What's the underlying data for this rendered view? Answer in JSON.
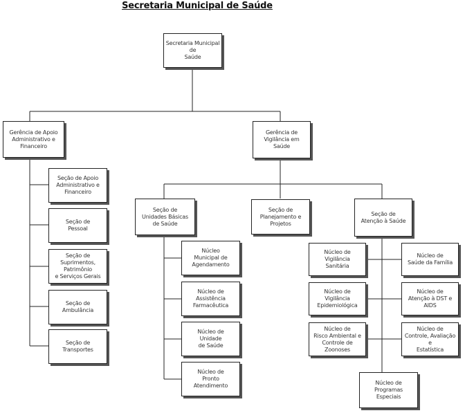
{
  "title": "Secretaria Municipal de Saúde",
  "nodes": {
    "secretaria": "Secretaria Municipal\nde\nSaúde",
    "gerencia_apoio": "Gerência de Apoio\nAdministrativo e\nFinanceiro",
    "gerencia_vigilancia": "Gerência de\nVigilância em\nSaúde",
    "secao_apoio": "Seção de Apoio\nAdministrativo e\nFinanceiro",
    "secao_pessoal": "Seção de\nPessoal",
    "secao_suprimentos": "Seção de\nSuprimentos,\nPatrimônio\ne Serviços Gerais",
    "secao_ambulancia": "Seção de\nAmbulância",
    "secao_transportes": "Seção de\nTransportes",
    "secao_unidades": "Seção de\nUnidades Básicas\nde Saúde",
    "secao_planejamento": "Seção de\nPlanejamento e\nProjetos",
    "secao_atencao": "Seção de\nAtenção à Saúde",
    "nucleo_agendamento": "Núcleo\nMunicipal de\nAgendamento",
    "nucleo_farmaceutica": "Núcleo de\nAssistência\nFarmacêutica",
    "nucleo_unidade": "Núcleo de\nUnidade\nde Saúde",
    "nucleo_pronto": "Núcleo de\nPronto\nAtendimento",
    "nucleo_sanitaria": "Núcleo de\nVigilância\nSanitária",
    "nucleo_epidemiologica": "Núcleo de\nVigilância\nEpidemiológica",
    "nucleo_zoonoses": "Núcleo de\nRisco Ambiental e\nControle de Zoonoses",
    "nucleo_familia": "Núcleo de\nSaúde da Família",
    "nucleo_dst": "Núcleo de\nAtenção à DST e\nAIDS",
    "nucleo_controle": "Núcleo de\nControle, Avaliação e\nEstatística",
    "nucleo_programas": "Núcleo de\nProgramas\nEspeciais"
  }
}
